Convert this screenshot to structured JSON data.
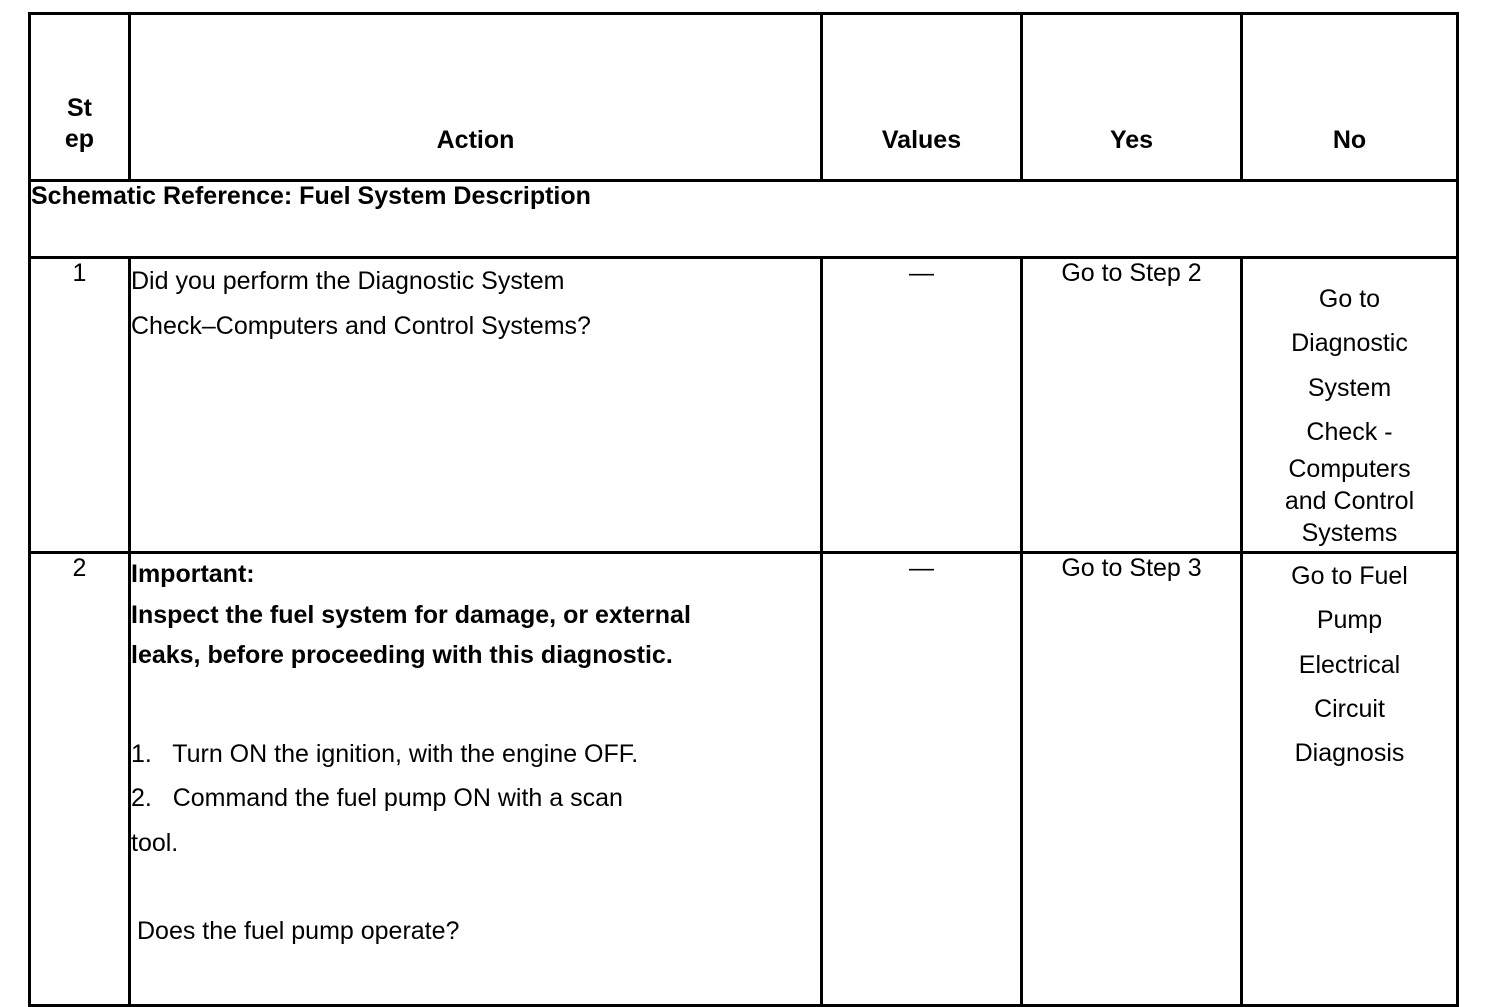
{
  "table": {
    "headers": {
      "step_line1": "St",
      "step_line2": "ep",
      "action": "Action",
      "values": "Values",
      "yes": "Yes",
      "no": "No"
    },
    "schematic_reference": "Schematic Reference: Fuel System Description",
    "rows": [
      {
        "step": "1",
        "action": {
          "question_line1": "Did you perform the Diagnostic System",
          "question_line2": "Check–Computers and Control Systems?"
        },
        "values": "—",
        "yes": "Go to Step 2",
        "no_lines": [
          "Go to",
          "Diagnostic",
          "System",
          "Check -",
          "Computers",
          "and Control",
          "Systems"
        ]
      },
      {
        "step": "2",
        "action": {
          "important_label": "Important:",
          "important_line1": "Inspect the fuel system for damage, or external",
          "important_line2": "leaks, before proceeding with this diagnostic.",
          "list": [
            {
              "number": "1.",
              "line1": "Turn ON the ignition, with the engine OFF."
            },
            {
              "number": "2.",
              "line1": "Command the fuel pump ON with a scan",
              "line2": "tool."
            }
          ],
          "question": " Does the fuel pump operate?"
        },
        "values": "—",
        "yes": "Go to Step 3",
        "no_lines": [
          "Go to Fuel",
          "Pump",
          "Electrical",
          "Circuit",
          "Diagnosis"
        ]
      }
    ]
  },
  "colors": {
    "border": "#000000",
    "text": "#000000",
    "background": "#ffffff"
  }
}
